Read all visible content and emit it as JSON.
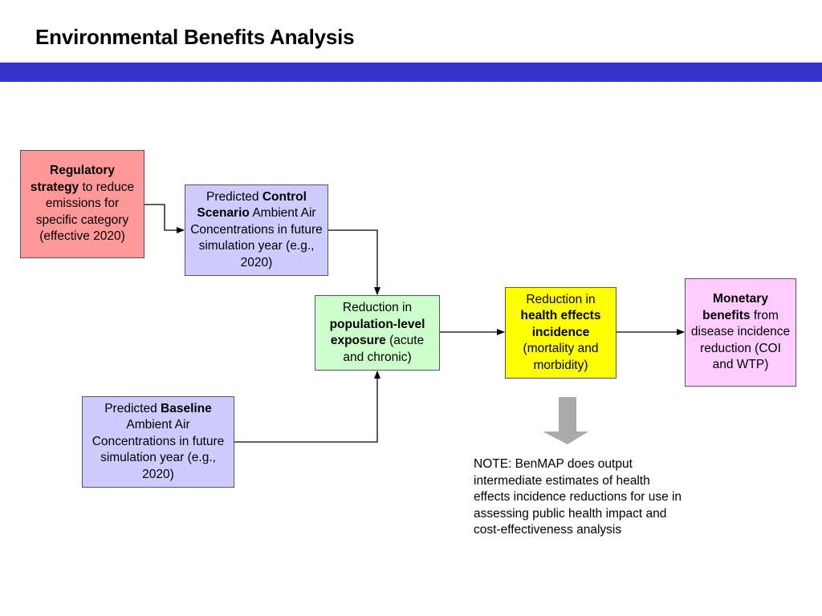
{
  "header": {
    "title": "Environmental Benefits Analysis",
    "accent_color": "#3333cc"
  },
  "diagram": {
    "boxes": {
      "regulatory": {
        "bold": "Regulatory strategy",
        "rest": " to reduce emissions for specific category (effective 2020)",
        "color": "#ff9999"
      },
      "control": {
        "pre": "Predicted ",
        "bold": "Control Scenario",
        "rest": " Ambient Air Concentrations in future simulation year (e.g., 2020)",
        "color": "#ccccff"
      },
      "baseline": {
        "pre": "Predicted ",
        "bold": "Baseline",
        "rest": " Ambient Air Concentrations in future simulation year (e.g., 2020)",
        "color": "#ccccff"
      },
      "exposure": {
        "pre": "Reduction in ",
        "bold": "population-level exposure",
        "rest": " (acute and chronic)",
        "color": "#ccffcc"
      },
      "health": {
        "pre": "Reduction in ",
        "bold": "health effects incidence",
        "rest": " (mortality and morbidity)",
        "color": "#ffff00"
      },
      "monetary": {
        "bold": "Monetary benefits",
        "rest": " from disease incidence reduction (COI and WTP)",
        "color": "#ffccff"
      }
    },
    "note": "NOTE: BenMAP does output intermediate estimates of health effects incidence reductions for use in assessing public health impact and cost-effectiveness analysis"
  }
}
